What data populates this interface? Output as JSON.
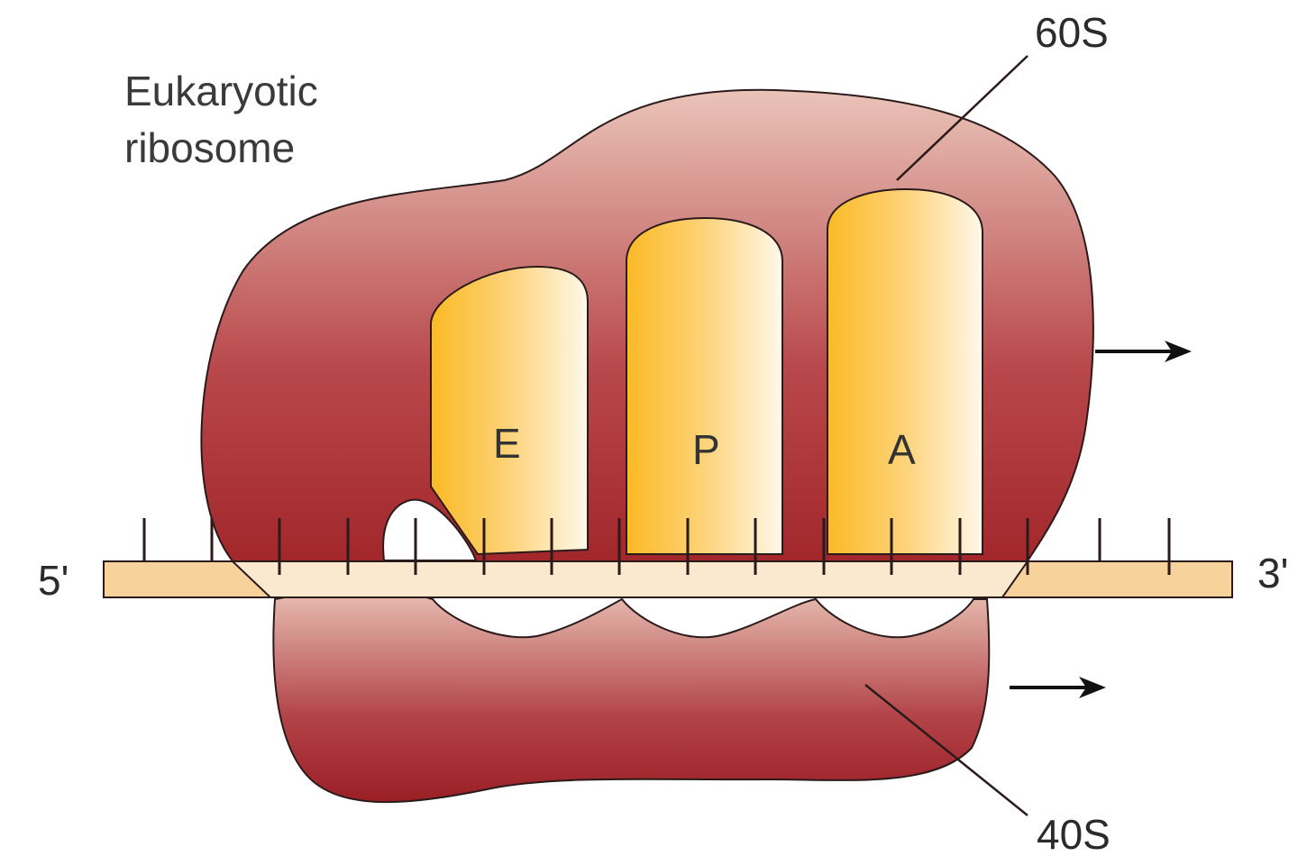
{
  "title_lines": [
    "Eukaryotic",
    "ribosome"
  ],
  "subunits": {
    "large": "60S",
    "small": "40S"
  },
  "sites": [
    "E",
    "P",
    "A"
  ],
  "mrna_ends": {
    "five_prime": "5'",
    "three_prime": "3'"
  },
  "colors": {
    "subunit_light": "#e8bfb3",
    "subunit_dark": "#9e2125",
    "site_dark": "#fbb924",
    "site_light": "#fff8ea",
    "mrna": "#f7d29a",
    "outline": "#2a1a1a"
  }
}
